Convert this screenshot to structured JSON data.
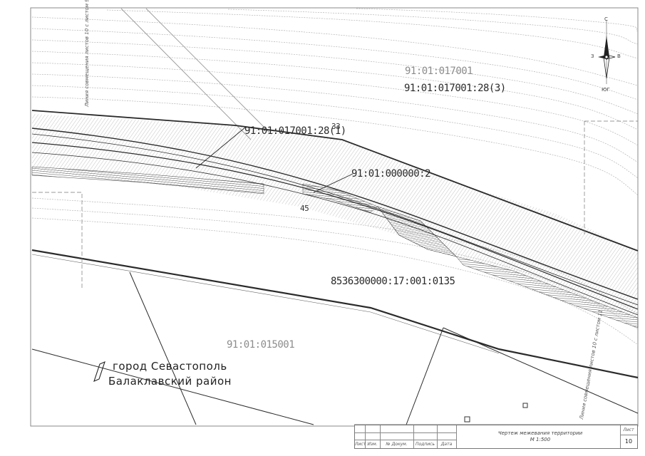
{
  "parcels": {
    "block_north": "91:01:017001",
    "parcel_north": "91:01:017001:28(3)",
    "parcel_main": "91:01:017001:28(1)",
    "parcel_road": "91:01:000000:2",
    "parcel_south": "8536300000:17:001:0135",
    "block_south": "91:01:015001"
  },
  "points": {
    "p33": "33",
    "p45": "45"
  },
  "city": {
    "line1": "город Севастополь",
    "line2": "Балаклавский район"
  },
  "match_lines": {
    "left": "Линия совмещения листов 10 с листом 9",
    "right": "Линия совмещения листов 10 с листом 11"
  },
  "compass": {
    "north": "С",
    "south": "ЮГ",
    "west": "З",
    "east": "В"
  },
  "title_block": {
    "headers": [
      "Лист",
      "Изм.",
      "№ Докум.",
      "Подпись",
      "Дата"
    ],
    "title_line1": "Чертеж межевания территории",
    "title_line2": "М 1:500",
    "sheet_label": "Лист",
    "sheet_number": "10"
  },
  "colors": {
    "line_dark": "#2b2b2b",
    "contour_grey": "#a8a8a8",
    "hatch_grey": "#6e6e6e"
  }
}
